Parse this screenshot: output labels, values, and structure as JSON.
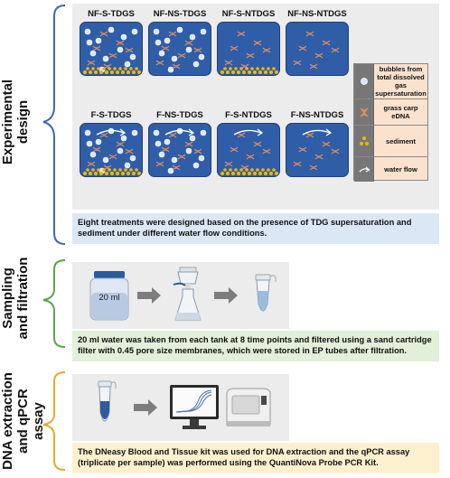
{
  "stages": {
    "experimental": "Experimental design",
    "sampling": "Sampling and filtration",
    "dna": "DNA extraction and qPCR assay"
  },
  "tanks_top": [
    "NF-S-TDGS",
    "NF-NS-TDGS",
    "NF-S-NTDGS",
    "NF-NS-NTDGS"
  ],
  "tanks_bottom": [
    "F-S-TDGS",
    "F-NS-TDGS",
    "F-S-NTDGS",
    "F-NS-NTDGS"
  ],
  "legend": [
    {
      "icon": "bubble-icon",
      "label": "bubbles from total dissolved gas supersaturation"
    },
    {
      "icon": "dna-icon",
      "label": "grass carp eDNA"
    },
    {
      "icon": "sediment-icon",
      "label": "sediment"
    },
    {
      "icon": "flow-arrow-icon",
      "label": "water flow"
    }
  ],
  "captions": {
    "design": "Eight treatments were designed based on the presence of TDG supersaturation and sediment under different water flow conditions.",
    "sampling": "20 ml water was taken from each tank at 8 time points and filtered using a sand cartridge filter with 0.45 pore size membranes, which were stored in EP tubes after filtration.",
    "dna": "The DNeasy Blood and Tissue kit was used for DNA extraction and the qPCR assay (triplicate per sample) was performed using the QuantiNova Probe PCR Kit."
  },
  "jar_label": "20 ml",
  "colors": {
    "tank_water": "#2f5da8",
    "brace_design": "#3f67b1",
    "brace_sampling": "#5aa64a",
    "brace_dna": "#e8a830",
    "caption_design_bg": "#dbe7f5",
    "caption_sampling_bg": "#e2efd9",
    "caption_dna_bg": "#fdf0cf",
    "legend_bg": "#fbe2cf"
  }
}
